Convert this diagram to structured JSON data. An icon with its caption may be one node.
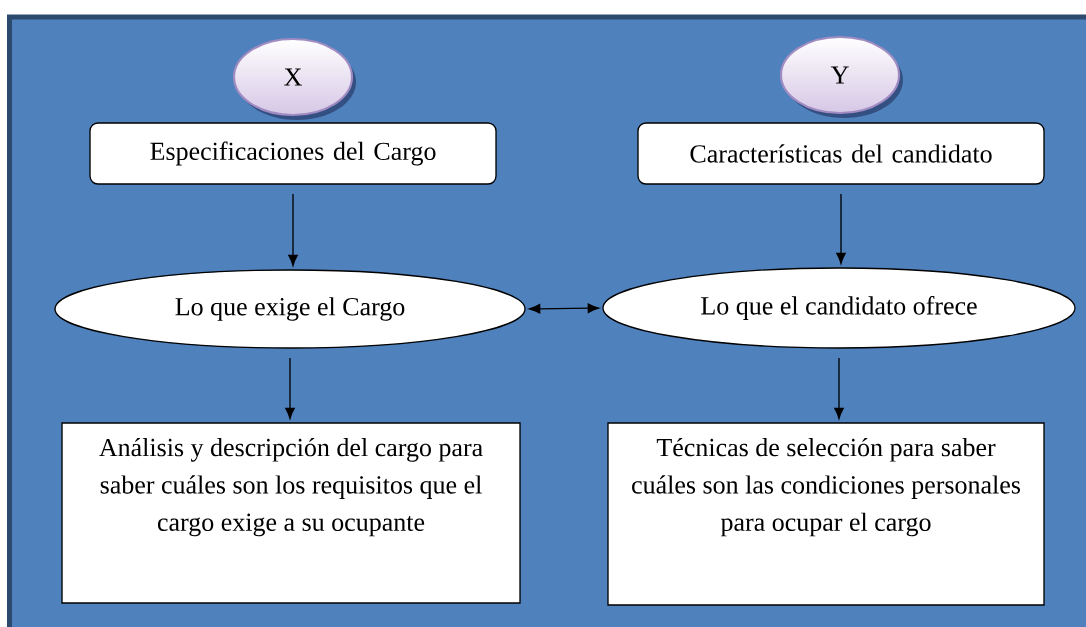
{
  "diagram": {
    "nodes": [
      {
        "text": [
          "X"
        ]
      },
      {
        "text": [
          "Y"
        ]
      },
      {
        "text": [
          "Especificaciones del Cargo"
        ]
      },
      {
        "text": [
          "Características del candidato"
        ]
      },
      {
        "text": [
          "Lo que exige el Cargo"
        ]
      },
      {
        "text": [
          "Lo que el candidato ofrece"
        ]
      },
      {
        "text": [
          "Análisis y descripción del cargo para saber cuáles son los requisitos que el cargo exige a su ocupante"
        ]
      },
      {
        "text": [
          "Técnicas de selección para saber cuáles son las condiciones personales para ocupar el cargo"
        ]
      }
    ],
    "edges": [
      {
        "from": 2,
        "to": 4,
        "arrow": "to"
      },
      {
        "from": 4,
        "to": 6,
        "arrow": "to"
      },
      {
        "from": 3,
        "to": 5,
        "arrow": "to"
      },
      {
        "from": 5,
        "to": 7,
        "arrow": "to"
      },
      {
        "from": 4,
        "to": 5,
        "arrow": "both"
      }
    ]
  }
}
